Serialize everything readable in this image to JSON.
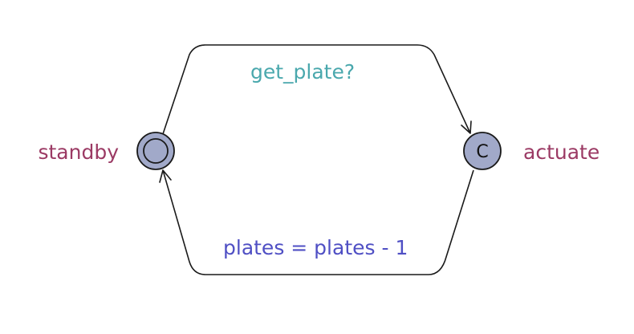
{
  "automaton": {
    "locations": {
      "standby": {
        "name": "standby",
        "initial": true,
        "committed": false
      },
      "actuate": {
        "name": "actuate",
        "initial": false,
        "committed": true,
        "mark": "C"
      }
    },
    "edges": {
      "top": {
        "from": "standby",
        "to": "actuate",
        "sync": "get_plate?"
      },
      "bottom": {
        "from": "actuate",
        "to": "standby",
        "update": "plates = plates - 1"
      }
    }
  },
  "colors": {
    "location_fill": "#a1a9c9",
    "location_name": "#9b3a64",
    "sync_label": "#4aa8ad",
    "update_label": "#4f4fc4",
    "stroke": "#1a1a1a"
  }
}
